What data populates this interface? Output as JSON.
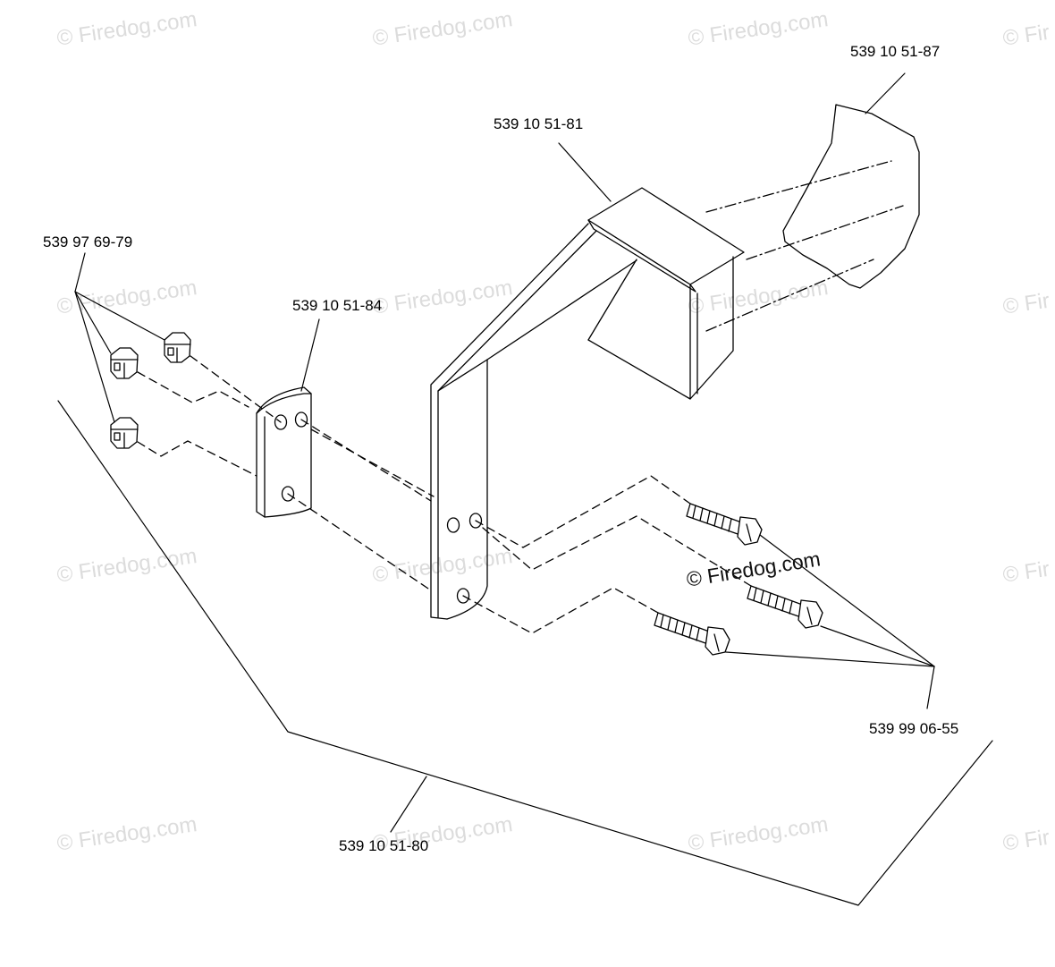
{
  "watermark": {
    "text": "© Firedog.com",
    "partial_text": "© Fir",
    "color": "#dcdcdc"
  },
  "overlay_watermark": {
    "text": "© Firedog.com"
  },
  "callouts": {
    "guard_right": "539 10 51-87",
    "top_plate": "539 10 51-81",
    "nuts": "539 97 69-79",
    "small_plate": "539 10 51-84",
    "bolts": "539 99 06-55",
    "assembly": "539 10 51-80"
  },
  "colors": {
    "line": "#000000",
    "background": "#ffffff"
  }
}
